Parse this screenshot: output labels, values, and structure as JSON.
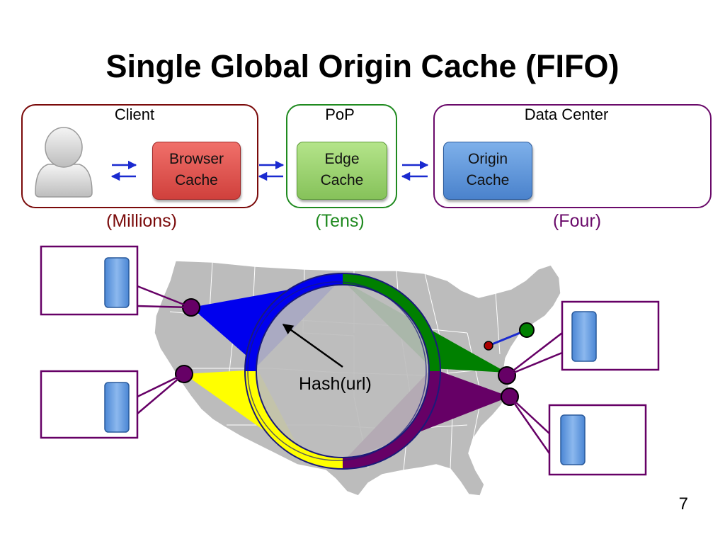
{
  "title": "Single Global Origin Cache (FIFO)",
  "groups": {
    "client": {
      "label": "Client",
      "count": "(Millions)",
      "color": "#7a0a0a"
    },
    "pop": {
      "label": "PoP",
      "count": "(Tens)",
      "color": "#1f8a1f"
    },
    "datacenter": {
      "label": "Data Center",
      "count": "(Four)",
      "color": "#6a0a6a"
    }
  },
  "caches": {
    "browser": {
      "line1": "Browser",
      "line2": "Cache",
      "color": "#e0504c"
    },
    "edge": {
      "line1": "Edge",
      "line2": "Cache",
      "color": "#98d46a"
    },
    "origin": {
      "line1": "Origin",
      "line2": "Cache",
      "color": "#5a92da"
    }
  },
  "ring": {
    "label": "Hash(url)",
    "segments": [
      "#0000ee",
      "#008000",
      "#660066",
      "#ffff00"
    ]
  },
  "icons": {
    "user": "user-icon",
    "server": "server-icon",
    "map": "us-map"
  },
  "slide_number": "7"
}
